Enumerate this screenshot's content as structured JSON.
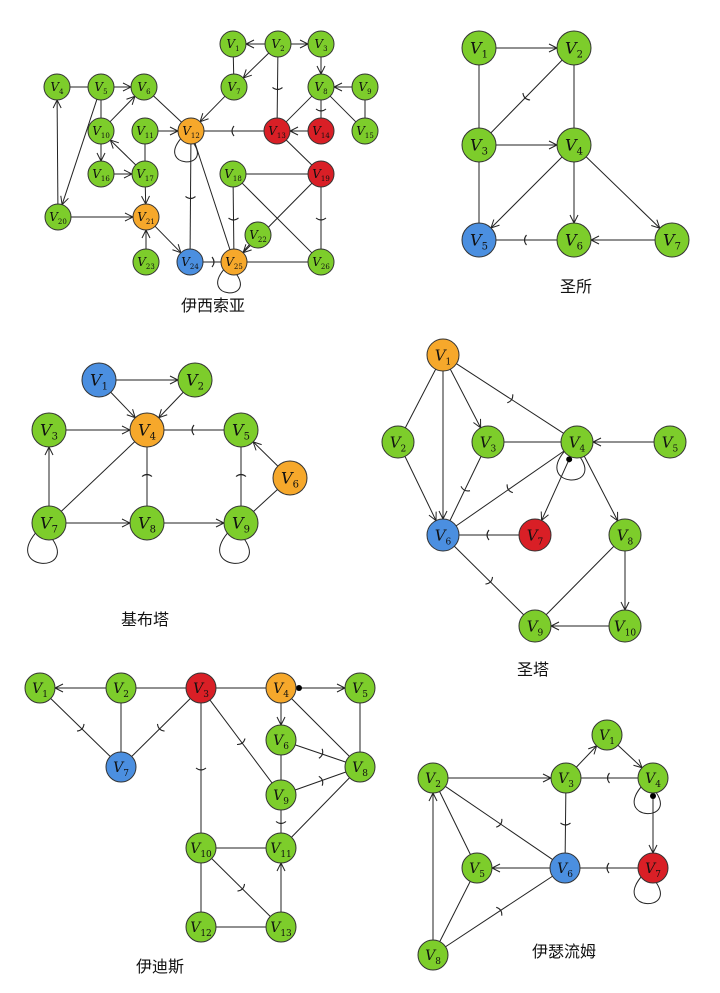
{
  "colors": {
    "green": "#7dcd2b",
    "orange": "#f6a82b",
    "blue": "#4b8fe0",
    "red": "#d91f26",
    "stroke": "#333333",
    "edge": "#222222"
  },
  "graphs": [
    {
      "id": "g1",
      "caption": "伊西索亚",
      "nodes": [
        {
          "id": "1",
          "c": "green"
        },
        {
          "id": "2",
          "c": "green"
        },
        {
          "id": "3",
          "c": "green"
        },
        {
          "id": "4",
          "c": "green"
        },
        {
          "id": "5",
          "c": "green"
        },
        {
          "id": "6",
          "c": "green"
        },
        {
          "id": "7",
          "c": "green"
        },
        {
          "id": "8",
          "c": "green"
        },
        {
          "id": "9",
          "c": "green"
        },
        {
          "id": "10",
          "c": "green"
        },
        {
          "id": "11",
          "c": "green"
        },
        {
          "id": "12",
          "c": "orange"
        },
        {
          "id": "13",
          "c": "red"
        },
        {
          "id": "14",
          "c": "red"
        },
        {
          "id": "15",
          "c": "green"
        },
        {
          "id": "16",
          "c": "green"
        },
        {
          "id": "17",
          "c": "green"
        },
        {
          "id": "18",
          "c": "green"
        },
        {
          "id": "19",
          "c": "red"
        },
        {
          "id": "20",
          "c": "green"
        },
        {
          "id": "21",
          "c": "orange"
        },
        {
          "id": "22",
          "c": "green"
        },
        {
          "id": "23",
          "c": "green"
        },
        {
          "id": "24",
          "c": "blue"
        },
        {
          "id": "25",
          "c": "orange"
        },
        {
          "id": "26",
          "c": "green"
        }
      ],
      "edges": [
        [
          "2",
          "1",
          "arrow"
        ],
        [
          "2",
          "3",
          "arrow"
        ],
        [
          "3",
          "8",
          "arrow"
        ],
        [
          "2",
          "7",
          "arrow"
        ],
        [
          "2",
          "13",
          "bar"
        ],
        [
          "1",
          "7",
          "line"
        ],
        [
          "7",
          "12",
          "arrow"
        ],
        [
          "8",
          "13",
          "line"
        ],
        [
          "9",
          "8",
          "arrow"
        ],
        [
          "9",
          "15",
          "line"
        ],
        [
          "8",
          "14",
          "bar"
        ],
        [
          "14",
          "13",
          "arrow"
        ],
        [
          "13",
          "12",
          "bar"
        ],
        [
          "13",
          "19",
          "line"
        ],
        [
          "8",
          "15",
          "line"
        ],
        [
          "20",
          "4",
          "arrow"
        ],
        [
          "4",
          "5",
          "line"
        ],
        [
          "5",
          "6",
          "arrow"
        ],
        [
          "5",
          "20",
          "arrow"
        ],
        [
          "5",
          "10",
          "line"
        ],
        [
          "10",
          "6",
          "arrow"
        ],
        [
          "6",
          "12",
          "line"
        ],
        [
          "10",
          "16",
          "arrow"
        ],
        [
          "11",
          "17",
          "line"
        ],
        [
          "17",
          "10",
          "arrow"
        ],
        [
          "16",
          "17",
          "arrow"
        ],
        [
          "17",
          "21",
          "arrow"
        ],
        [
          "20",
          "21",
          "arrow"
        ],
        [
          "21",
          "24",
          "arrow"
        ],
        [
          "23",
          "21",
          "arrow"
        ],
        [
          "24",
          "25",
          "bar"
        ],
        [
          "25",
          "26",
          "line"
        ],
        [
          "11",
          "12",
          "arrow"
        ],
        [
          "12",
          "24",
          "bar"
        ],
        [
          "12",
          "25",
          "line"
        ],
        [
          "18",
          "19",
          "line"
        ],
        [
          "18",
          "25",
          "bar"
        ],
        [
          "18",
          "26",
          "line"
        ],
        [
          "19",
          "26",
          "bar"
        ],
        [
          "22",
          "25",
          "line"
        ],
        [
          "19",
          "25",
          "arrow"
        ]
      ],
      "self_loops": [
        "12",
        "25"
      ]
    },
    {
      "id": "g2",
      "caption": "圣所",
      "nodes": [
        {
          "id": "1",
          "c": "green"
        },
        {
          "id": "2",
          "c": "green"
        },
        {
          "id": "3",
          "c": "green"
        },
        {
          "id": "4",
          "c": "green"
        },
        {
          "id": "5",
          "c": "blue"
        },
        {
          "id": "6",
          "c": "green"
        },
        {
          "id": "7",
          "c": "green"
        }
      ],
      "edges": [
        [
          "1",
          "2",
          "arrow"
        ],
        [
          "1",
          "3",
          "line"
        ],
        [
          "2",
          "3",
          "bar"
        ],
        [
          "2",
          "4",
          "line"
        ],
        [
          "3",
          "4",
          "arrow"
        ],
        [
          "3",
          "5",
          "line"
        ],
        [
          "4",
          "5",
          "arrow"
        ],
        [
          "4",
          "6",
          "arrow"
        ],
        [
          "4",
          "7",
          "arrow"
        ],
        [
          "6",
          "5",
          "bar"
        ],
        [
          "7",
          "6",
          "arrow"
        ]
      ],
      "self_loops": []
    },
    {
      "id": "g3",
      "caption": "基布塔",
      "nodes": [
        {
          "id": "1",
          "c": "blue"
        },
        {
          "id": "2",
          "c": "green"
        },
        {
          "id": "3",
          "c": "green"
        },
        {
          "id": "4",
          "c": "orange"
        },
        {
          "id": "5",
          "c": "green"
        },
        {
          "id": "6",
          "c": "orange"
        },
        {
          "id": "7",
          "c": "green"
        },
        {
          "id": "8",
          "c": "green"
        },
        {
          "id": "9",
          "c": "green"
        }
      ],
      "edges": [
        [
          "1",
          "2",
          "arrow"
        ],
        [
          "1",
          "4",
          "arrow"
        ],
        [
          "2",
          "4",
          "arrow"
        ],
        [
          "3",
          "4",
          "arrow"
        ],
        [
          "5",
          "4",
          "bar"
        ],
        [
          "7",
          "3",
          "arrow"
        ],
        [
          "7",
          "4",
          "line"
        ],
        [
          "8",
          "4",
          "bar"
        ],
        [
          "7",
          "8",
          "arrow"
        ],
        [
          "8",
          "9",
          "arrow"
        ],
        [
          "9",
          "5",
          "bar"
        ],
        [
          "6",
          "5",
          "arrow"
        ],
        [
          "6",
          "9",
          "line"
        ]
      ],
      "self_loops": [
        "7",
        "9"
      ]
    },
    {
      "id": "g4",
      "caption": "圣塔",
      "nodes": [
        {
          "id": "1",
          "c": "orange"
        },
        {
          "id": "2",
          "c": "green"
        },
        {
          "id": "3",
          "c": "green"
        },
        {
          "id": "4",
          "c": "green"
        },
        {
          "id": "5",
          "c": "green"
        },
        {
          "id": "6",
          "c": "blue"
        },
        {
          "id": "7",
          "c": "red"
        },
        {
          "id": "8",
          "c": "green"
        },
        {
          "id": "9",
          "c": "green"
        },
        {
          "id": "10",
          "c": "green"
        }
      ],
      "edges": [
        [
          "1",
          "2",
          "line"
        ],
        [
          "1",
          "3",
          "arrow"
        ],
        [
          "1",
          "4",
          "bar"
        ],
        [
          "1",
          "6",
          "arrow"
        ],
        [
          "2",
          "6",
          "arrow"
        ],
        [
          "3",
          "4",
          "line"
        ],
        [
          "3",
          "6",
          "bar"
        ],
        [
          "4",
          "6",
          "bar"
        ],
        [
          "5",
          "4",
          "arrow"
        ],
        [
          "4",
          "7",
          "dot"
        ],
        [
          "4",
          "8",
          "arrow"
        ],
        [
          "7",
          "6",
          "bar"
        ],
        [
          "6",
          "9",
          "bar"
        ],
        [
          "8",
          "9",
          "line"
        ],
        [
          "8",
          "10",
          "arrow"
        ],
        [
          "10",
          "9",
          "arrow"
        ]
      ],
      "self_loops": [
        "4"
      ]
    },
    {
      "id": "g5",
      "caption": "伊迪斯",
      "nodes": [
        {
          "id": "1",
          "c": "green"
        },
        {
          "id": "2",
          "c": "green"
        },
        {
          "id": "3",
          "c": "red"
        },
        {
          "id": "4",
          "c": "orange"
        },
        {
          "id": "5",
          "c": "green"
        },
        {
          "id": "6",
          "c": "green"
        },
        {
          "id": "7",
          "c": "blue"
        },
        {
          "id": "8",
          "c": "green"
        },
        {
          "id": "9",
          "c": "green"
        },
        {
          "id": "10",
          "c": "green"
        },
        {
          "id": "11",
          "c": "green"
        },
        {
          "id": "12",
          "c": "green"
        },
        {
          "id": "13",
          "c": "green"
        }
      ],
      "edges": [
        [
          "2",
          "1",
          "arrow"
        ],
        [
          "2",
          "3",
          "line"
        ],
        [
          "1",
          "7",
          "bar"
        ],
        [
          "2",
          "7",
          "line"
        ],
        [
          "3",
          "7",
          "bar"
        ],
        [
          "3",
          "4",
          "line"
        ],
        [
          "4",
          "5",
          "dot"
        ],
        [
          "4",
          "6",
          "arrow"
        ],
        [
          "4",
          "8",
          "line"
        ],
        [
          "5",
          "8",
          "line"
        ],
        [
          "6",
          "9",
          "line"
        ],
        [
          "6",
          "8",
          "bar"
        ],
        [
          "9",
          "8",
          "bar"
        ],
        [
          "3",
          "9",
          "bar"
        ],
        [
          "3",
          "10",
          "bar"
        ],
        [
          "9",
          "11",
          "bar"
        ],
        [
          "8",
          "11",
          "line"
        ],
        [
          "10",
          "11",
          "line"
        ],
        [
          "10",
          "12",
          "line"
        ],
        [
          "12",
          "13",
          "line"
        ],
        [
          "13",
          "11",
          "arrow"
        ],
        [
          "10",
          "13",
          "bar"
        ]
      ],
      "self_loops": []
    },
    {
      "id": "g6",
      "caption": "伊瑟流姆",
      "nodes": [
        {
          "id": "1",
          "c": "green"
        },
        {
          "id": "2",
          "c": "green"
        },
        {
          "id": "3",
          "c": "green"
        },
        {
          "id": "4",
          "c": "green"
        },
        {
          "id": "5",
          "c": "green"
        },
        {
          "id": "6",
          "c": "blue"
        },
        {
          "id": "7",
          "c": "red"
        },
        {
          "id": "8",
          "c": "green"
        }
      ],
      "edges": [
        [
          "3",
          "1",
          "arrow"
        ],
        [
          "1",
          "4",
          "arrow"
        ],
        [
          "4",
          "3",
          "bar"
        ],
        [
          "2",
          "3",
          "arrow"
        ],
        [
          "3",
          "6",
          "bar"
        ],
        [
          "4",
          "7",
          "dot"
        ],
        [
          "7",
          "6",
          "bar"
        ],
        [
          "6",
          "5",
          "arrow"
        ],
        [
          "2",
          "5",
          "line"
        ],
        [
          "2",
          "6",
          "bar"
        ],
        [
          "8",
          "2",
          "arrow"
        ],
        [
          "8",
          "5",
          "line"
        ],
        [
          "8",
          "6",
          "bar"
        ]
      ],
      "self_loops": [
        "4",
        "7"
      ]
    }
  ]
}
